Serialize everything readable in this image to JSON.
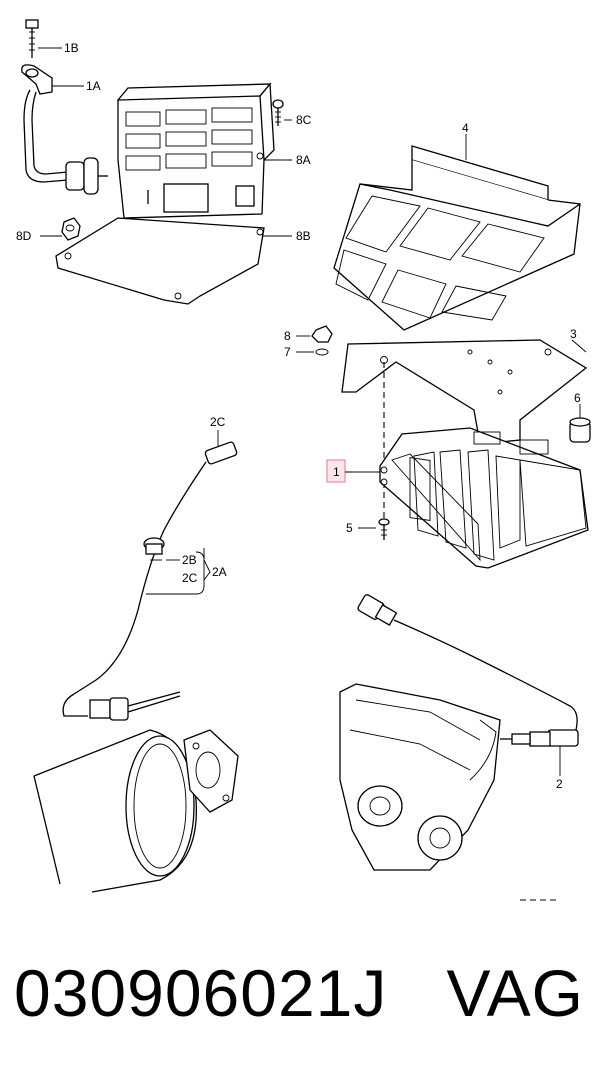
{
  "labels": {
    "l1B": "1B",
    "l1A": "1A",
    "l8C": "8C",
    "l8A": "8A",
    "l8B": "8B",
    "l8D": "8D",
    "l4": "4",
    "l3": "3",
    "l8": "8",
    "l7": "7",
    "l6": "6",
    "l1": "1",
    "l5": "5",
    "l2C_top": "2C",
    "l2B": "2B",
    "l2C": "2C",
    "l2A": "2A",
    "l2": "2"
  },
  "footer": {
    "part_number": "030906021J",
    "brand": "VAG"
  },
  "colors": {
    "highlight_fill": "#fde6ea",
    "highlight_border": "#e07a8c",
    "ink": "#000000"
  }
}
